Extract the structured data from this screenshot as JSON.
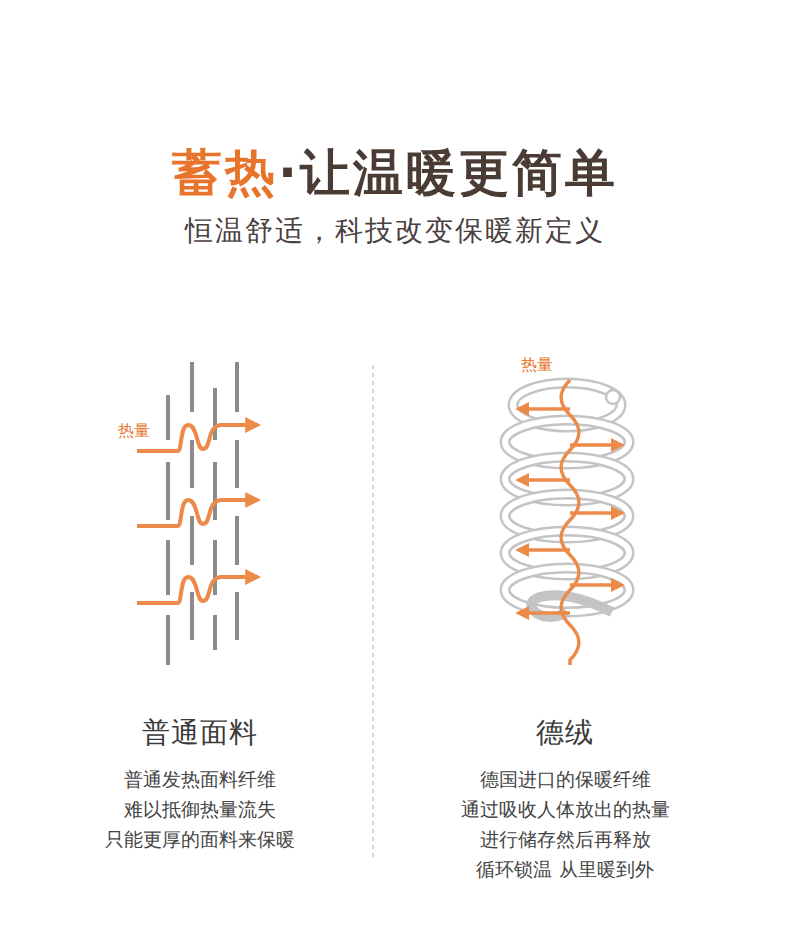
{
  "diagram": {
    "title": "蓄热·让温暖更简单",
    "labels": [
      "恒温舒适，科技改变保暖新定义",
      "热量",
      "热量",
      "普通面料",
      "普通发热面料纤维 难以抵御热量流失 只能更厚的面料来保暖",
      "德绒",
      "德国进口的保暖纤维 通过吸收人体放出的热量 进行储存然后再释放 循环锁温 从里暖到外"
    ]
  }
}
